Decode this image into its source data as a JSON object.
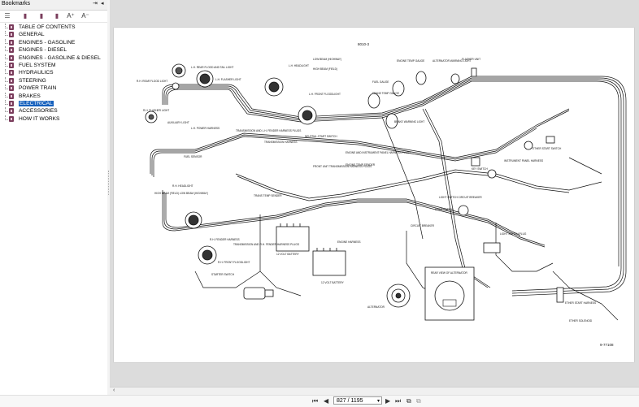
{
  "sidebar": {
    "title": "Bookmarks",
    "items": [
      {
        "label": "TABLE OF CONTENTS"
      },
      {
        "label": "GENERAL"
      },
      {
        "label": "ENGINES - GASOLINE"
      },
      {
        "label": "ENGINES - DIESEL"
      },
      {
        "label": "ENGINES - GASOLINE & DIESEL"
      },
      {
        "label": "FUEL SYSTEM"
      },
      {
        "label": "HYDRAULICS"
      },
      {
        "label": "STEERING"
      },
      {
        "label": "POWER TRAIN"
      },
      {
        "label": "BRAKES"
      },
      {
        "label": "ELECTRICAL"
      },
      {
        "label": "ACCESSORIES"
      },
      {
        "label": "HOW IT WORKS"
      }
    ]
  },
  "document": {
    "figure_number": "8010-3",
    "figure_code": "9-77108",
    "labels": {
      "lh_rear_flood": "L.H. REAR FLOOD AND TAIL LIGHT",
      "lh_headlight": "L.H. HEADLIGHT",
      "low_beam": "LOW BEAM (HIGHWAY)",
      "high_beam_fld": "HIGH BEAM (FIELD)",
      "rh_rear_flood": "R.H. REAR FLOOD LIGHT",
      "lh_flasher": "L.H. FLASHER LIGHT",
      "rh_flasher": "R.H. FLASHER LIGHT",
      "lh_front_flood": "L.H. FRONT FLOODLIGHT",
      "engine_temp_gauge": "ENGINE TEMP GAUGE",
      "alternator_warning": "ALTERNATOR WARNING LIGHT",
      "flasher_unit": "FLASHER UNIT",
      "fuel_gauge": "FUEL GAUGE",
      "trans_temp_gauge": "TRANS TEMP GAUGE",
      "brake_warning": "BRAKE WARNING LIGHT",
      "lh_power_harness": "L.H. POWER HARNESS",
      "aux_light": "AUXILIARY LIGHT",
      "fuel_sensor": "FUEL SENSOR",
      "trans_harness_plugs": "TRANSMISSION AND L.H. FENDER HARNESS PLUGS",
      "trans_harness": "TRANSMISSION HARNESS",
      "neutral_start": "NEUTRAL-START SWITCH",
      "engine_harness_plugs": "ENGINE AND INSTRUMENT PANEL HARNESS PLUGS",
      "front_unit_trans": "FRONT UNIT TRANSMISSION HARNESS PLUGS",
      "engine_temp_sender": "ENGINE TEMP SENDER",
      "trans_temp_sender": "TRANS TEMP SENDER",
      "rh_headlight": "R.H. HEADLIGHT",
      "high_beam_hwy": "HIGH BEAM (FIELD) LOW BEAM (HIGHWAY)",
      "rh_fender_harness": "R.H. FENDER HARNESS",
      "trans_rh_plugs": "TRANSMISSION AND R.H. FENDER HARNESS PLUGS",
      "rh_front_flood": "R.H. FRONT FLOODLIGHT",
      "starter_switch": "STARTER SWITCH",
      "battery_12v_a": "12 VOLT BATTERY",
      "battery_12v_b": "12 VOLT BATTERY",
      "engine_harness": "ENGINE HARNESS",
      "alternator": "ALTERNATOR",
      "rear_view_alt": "REAR VIEW OF ALTERNATOR",
      "circuit_breaker": "CIRCUIT BREAKER",
      "light_switch": "LIGHT SWITCH",
      "light_switch_cb": "LIGHT SWITCH CIRCUIT BREAKER",
      "key_switch": "KEY SWITCH",
      "ip_harness": "INSTRUMENT PANEL HARNESS",
      "ether_start_switch": "ETHER START SWITCH",
      "light_switch_plug": "LIGHT SWITCH PLUG",
      "ether_start_harness": "ETHER START HARNESS",
      "ether_solenoid": "ETHER SOLENOID"
    }
  },
  "navigation": {
    "page_value": "827 / 1195"
  },
  "colors": {
    "selected_bookmark": "#1560bd",
    "bookmark_icon": "#7a3d5c",
    "viewer_bg": "#dcdcdc"
  }
}
